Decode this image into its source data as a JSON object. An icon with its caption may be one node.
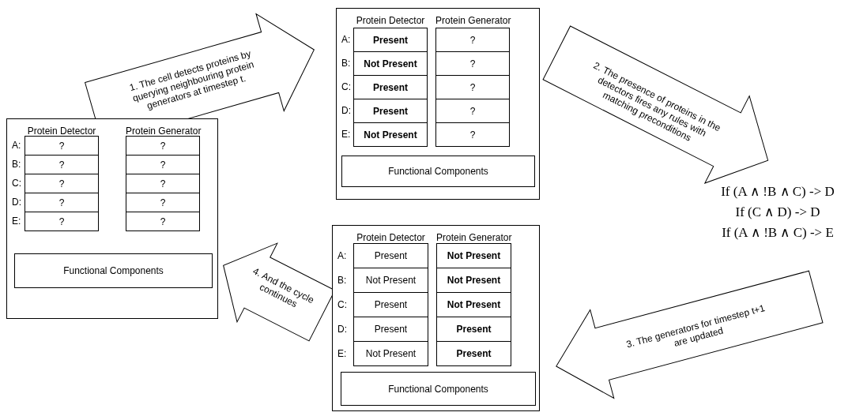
{
  "diagram": {
    "nodes": [
      {
        "text": [],
        "shape": "box"
      },
      {
        "text": [
          "Present"
        ],
        "in": 0
      },
      {
        "text": [
          "?"
        ],
        "in": 0
      },
      {
        "text": [
          "Not Present"
        ],
        "in": 0
      },
      {
        "text": [
          "?"
        ],
        "in": 0
      },
      {
        "text": [
          "Present"
        ],
        "in": 0
      },
      {
        "text": [
          "?"
        ],
        "in": 0
      },
      {
        "text": [
          "Present"
        ],
        "in": 0
      },
      {
        "text": [
          "?"
        ],
        "in": 0
      },
      {
        "text": [
          "Not Present"
        ],
        "in": 0
      },
      {
        "text": [
          "?"
        ],
        "in": 0
      },
      {
        "text": [
          "Functional Components"
        ],
        "in": 0
      },
      {
        "text": [],
        "shape": "box"
      },
      {
        "text": [
          "?"
        ],
        "in": 12
      },
      {
        "text": [
          "?"
        ],
        "in": 12
      },
      {
        "text": [
          "?"
        ],
        "in": 12
      },
      {
        "text": [
          "?"
        ],
        "in": 12
      },
      {
        "text": [
          "?"
        ],
        "in": 12
      },
      {
        "text": [
          "?"
        ],
        "in": 12
      },
      {
        "text": [
          "?"
        ],
        "in": 12
      },
      {
        "text": [
          "?"
        ],
        "in": 12
      },
      {
        "text": [
          "?"
        ],
        "in": 12
      },
      {
        "text": [
          "?"
        ],
        "in": 12
      },
      {
        "text": [
          "Functional Components"
        ],
        "in": 12
      },
      {
        "text": [
          "If (A ∧ !B ∧ C) -> D",
          "If (C ∧ D) -> D",
          "If (A ∧ !B ∧ C) -> E"
        ]
      },
      {
        "text": [],
        "shape": "box"
      },
      {
        "text": [
          "Present"
        ],
        "in": 25
      },
      {
        "text": [
          "Not Present"
        ],
        "in": 25
      },
      {
        "text": [
          "Not Present"
        ],
        "in": 25
      },
      {
        "text": [
          "Not Present"
        ],
        "in": 25
      },
      {
        "text": [
          "Present"
        ],
        "in": 25
      },
      {
        "text": [
          "Not Present"
        ],
        "in": 25
      },
      {
        "text": [
          "Present"
        ],
        "in": 25
      },
      {
        "text": [
          "Present"
        ],
        "in": 25
      },
      {
        "text": [
          "Not Present"
        ],
        "in": 25
      },
      {
        "text": [
          "Present"
        ],
        "in": 25
      },
      {
        "text": [
          "Functional Components"
        ],
        "in": 25
      }
    ],
    "edges": [
      {
        "from": 12,
        "to": 0,
        "arrow": "to",
        "label": "1. The cell detects proteins by querying neighbouring protein generators at timestep t."
      },
      {
        "from": 0,
        "to": 24,
        "arrow": "to",
        "label": "2. The presence of proteins in the detectors fires any rules with matching preconditions"
      },
      {
        "from": 24,
        "to": 25,
        "arrow": "to",
        "label": "3. The generators for timestep t+1 are updated"
      },
      {
        "from": 25,
        "to": 12,
        "arrow": "to",
        "label": "4. And the cycle continues"
      }
    ],
    "labels": [
      "Protein Detector",
      "Protein Generator",
      "A:",
      "B:",
      "C:",
      "D:",
      "E:",
      "Protein Detector",
      "Protein Generator",
      "A:",
      "B:",
      "C:",
      "D:",
      "E:",
      "Protein Detector",
      "Protein Generator",
      "A:",
      "B:",
      "C:",
      "D:",
      "E:"
    ]
  }
}
